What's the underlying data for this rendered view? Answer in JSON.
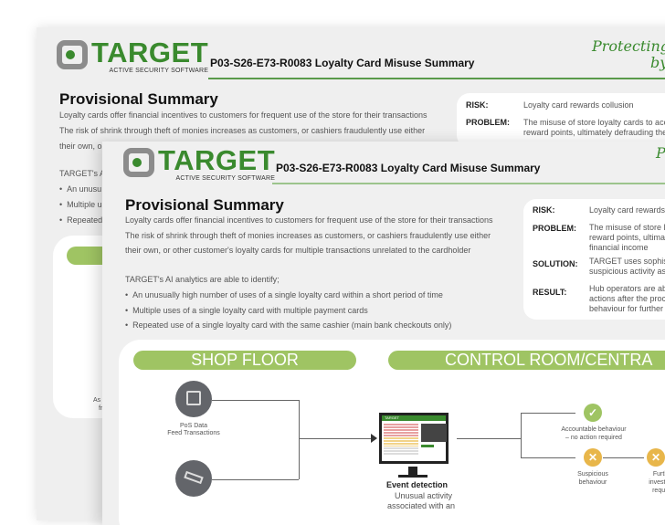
{
  "logo": {
    "word": "TARGET",
    "sub": "ACTIVE SECURITY SOFTWARE"
  },
  "doc_title": "P03-S26-E73-R0083 Loyalty Card Misuse Summary",
  "tagline": {
    "line1": "Protecting",
    "line2": "by",
    "front_partial": "P"
  },
  "heading": "Provisional Summary",
  "intro": [
    "Loyalty cards offer financial incentives to customers for frequent use of the store for their transactions",
    "The risk of shrink through theft of monies increases as customers, or cashiers fraudulently use either",
    "their own, or other customer's loyalty cards for multiple transactions unrelated to the cardholder"
  ],
  "ai_intro": "TARGET's AI analytics are able to identify;",
  "bullets": [
    "An unusually high number of uses of a single loyalty card within a short period of time",
    "Multiple uses of a single loyalty card with multiple payment cards",
    "Repeated use of a single loyalty card with the same cashier (main bank checkouts only)"
  ],
  "back_partial": {
    "intro_line3": "their own, or",
    "ai_intro": "TARGET's A",
    "bullets": [
      "An unusu",
      "Multiple u",
      "Repeated"
    ],
    "card_text": [
      "As",
      "fr"
    ]
  },
  "summary_back": [
    {
      "k": "RISK:",
      "v": "Loyalty card rewards collusion"
    },
    {
      "k": "PROBLEM:",
      "v": "The misuse of store loyalty cards to acc",
      "v2": "reward points, ultimately defrauding the"
    }
  ],
  "summary_front": [
    {
      "k": "RISK:",
      "v": [
        "Loyalty card rewards"
      ]
    },
    {
      "k": "PROBLEM:",
      "v": [
        "The misuse of store l",
        "reward points, ultima",
        "financial income"
      ]
    },
    {
      "k": "SOLUTION:",
      "v": [
        "TARGET uses sophis",
        "suspicious activity as"
      ]
    },
    {
      "k": "RESULT:",
      "v": [
        "Hub operators are ab",
        "actions after the proc",
        "behaviour for further"
      ]
    }
  ],
  "diagram": {
    "shop_floor": "SHOP FLOOR",
    "control_room": "CONTROL ROOM/CENTRA",
    "pos_label": "PoS Data",
    "pos_sub": "Feed Transactions",
    "monitor_brand": "TARGET",
    "event_title": "Event detection",
    "event_sub": [
      "Unusual activity",
      "associated with an"
    ],
    "accountable": [
      "Accountable behaviour",
      "– no action required"
    ],
    "suspicious": [
      "Suspicious",
      "behaviour"
    ],
    "further": [
      "Furthe",
      "investigat",
      "require"
    ]
  },
  "colors": {
    "green": "#3a8a2e",
    "pill": "#9fc463",
    "orange": "#e8b64a"
  }
}
